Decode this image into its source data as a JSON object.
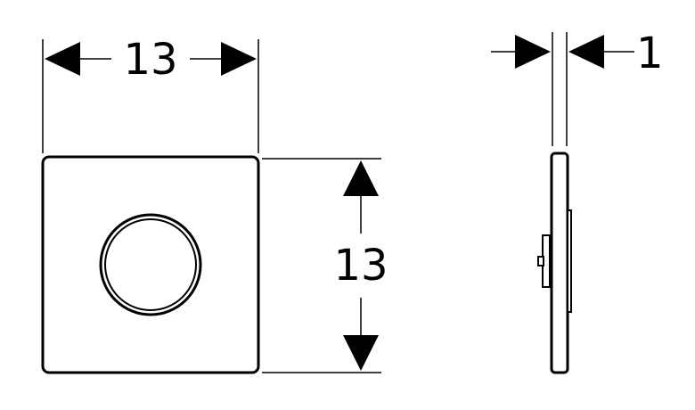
{
  "drawing": {
    "front_view": {
      "width_label": "13",
      "height_label": "13"
    },
    "side_view": {
      "thickness_label": "1"
    }
  },
  "colors": {
    "line": "#000000",
    "background": "#ffffff"
  }
}
